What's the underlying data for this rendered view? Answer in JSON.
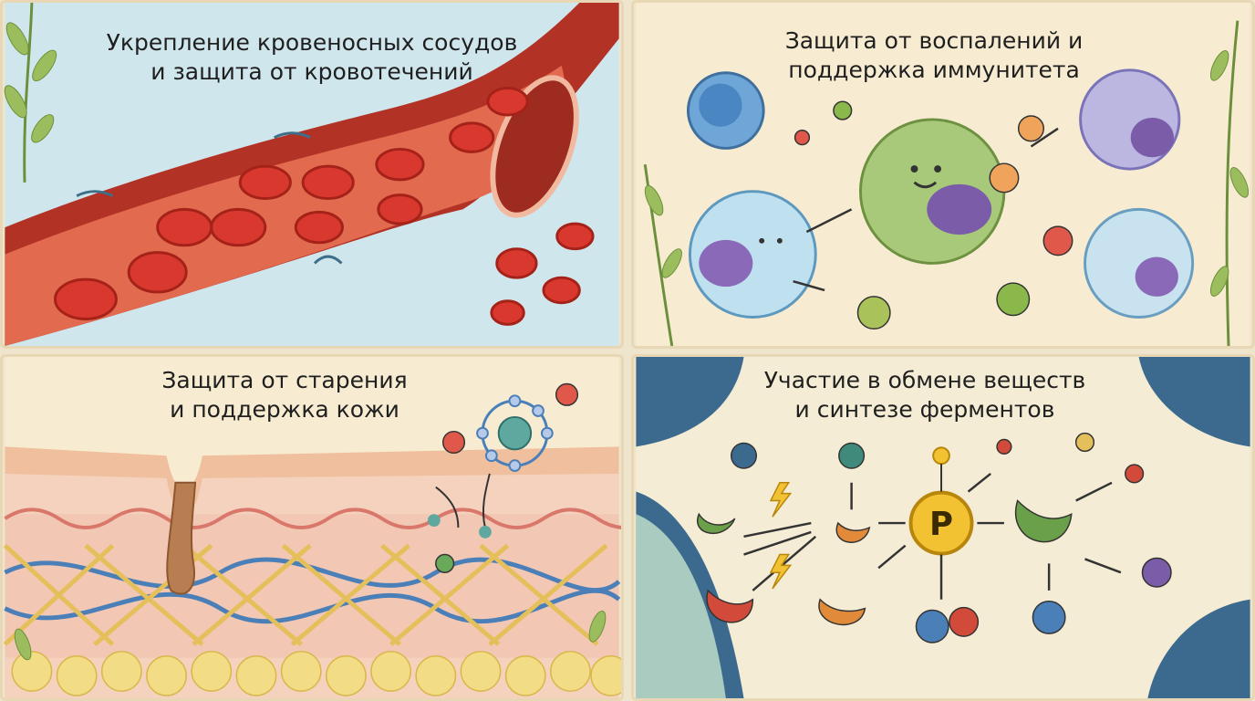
{
  "panels": [
    {
      "title_line1": "Укрепление кровеносных сосудов",
      "title_line2": "и защита от кровотечений"
    },
    {
      "title_line1": "Защита от воспалений и",
      "title_line2": "поддержка иммунитета"
    },
    {
      "title_line1": "Защита от старения",
      "title_line2": "и поддержка кожи"
    },
    {
      "title_line1": "Участие в обмене веществ",
      "title_line2": "и синтезе ферментов"
    }
  ],
  "center_molecule_label": "P",
  "colors": {
    "blood_bg": "#cfe6ec",
    "vessel": "#c43a2c",
    "cell_red": "#d9382e",
    "panel_cream": "#f7ecd2",
    "skin": "#f2c7b4",
    "collagen_blue": "#4a7fb8",
    "collagen_gold": "#e5bf5a",
    "p_molecule": "#f2c233"
  }
}
